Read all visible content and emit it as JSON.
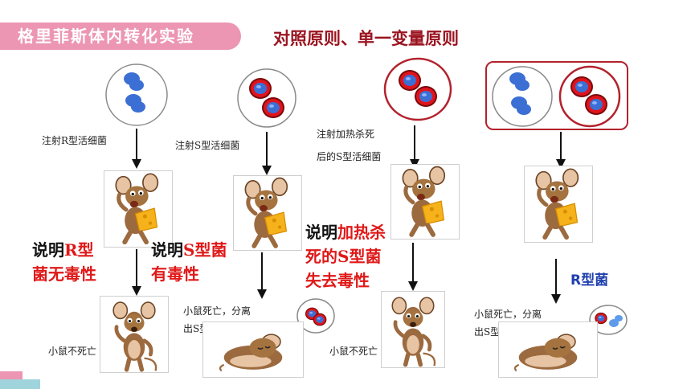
{
  "header": {
    "title": "格里菲斯体内转化实验",
    "subtitle": "对照原则、单一变量原则"
  },
  "experiments": [
    {
      "inject_label": "注射R型活细菌",
      "result_label": "小鼠不死亡"
    },
    {
      "inject_label": "注射S型活细菌",
      "result_label_line1": "小鼠死亡，分离",
      "result_label_line2": "出S型活细菌"
    },
    {
      "inject_label_line1": "注射加热杀死",
      "inject_label_line2": "后的S型活细菌",
      "result_label": "小鼠不死亡"
    },
    {
      "result_label_line1": "小鼠死亡，分离",
      "result_label_line2": "出S型活细菌"
    }
  ],
  "conclusions": {
    "c1_prefix": "说明",
    "c1_highlight": "R型",
    "c1_line2": "菌无毒性",
    "c2_prefix": "说明",
    "c2_highlight": "S型菌",
    "c2_line2": "有毒性",
    "c3_prefix": "说明",
    "c3_highlight": "加热杀",
    "c3_line2": "死的S型菌",
    "c3_line3": "失去毒性"
  },
  "r_bacteria_label": "R型菌",
  "colors": {
    "banner": "#ec96b3",
    "subtitle": "#9b1420",
    "r_bacteria": "#3b6fd4",
    "s_capsule": "#e0141c",
    "conclusion_red": "#e01818",
    "r_label_blue": "#1f3fae"
  }
}
